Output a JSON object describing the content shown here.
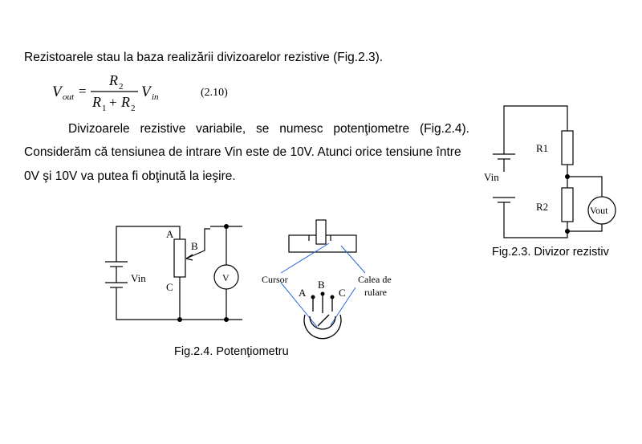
{
  "text": {
    "line1": "Rezistoarele stau la baza realizării divizoarelor rezistive (Fig.2.3).",
    "para_line1": "Divizoarele rezistive variabile, se numesc potenţiometre (Fig.2.4).",
    "para_line2": "Considerăm că tensiunea de intrare Vin este de 10V. Atunci orice tensiune între",
    "para_line3": "0V şi 10V va putea fi obţinută la ieşire."
  },
  "equation": {
    "lhs_var": "V",
    "lhs_sub": "out",
    "equals": "=",
    "num_var": "R",
    "num_sub": "2",
    "den_var1": "R",
    "den_sub1": "1",
    "plus": "+",
    "den_var2": "R",
    "den_sub2": "2",
    "rhs_var": "V",
    "rhs_sub": "in",
    "number": "(2.10)"
  },
  "fig23": {
    "caption": "Fig.2.3. Divizor rezistiv",
    "label_r1": "R1",
    "label_r2": "R2",
    "label_vin": "Vin",
    "label_vout": "Vout"
  },
  "fig24": {
    "caption": "Fig.2.4. Potenţiometru",
    "label_vin": "Vin",
    "label_a": "A",
    "label_b": "B",
    "label_c": "C",
    "label_v": "V",
    "label_cursor": "Cursor",
    "label_calea1": "Calea de",
    "label_calea2": "rulare",
    "label_a2": "A",
    "label_b2": "B",
    "label_c2": "C"
  }
}
